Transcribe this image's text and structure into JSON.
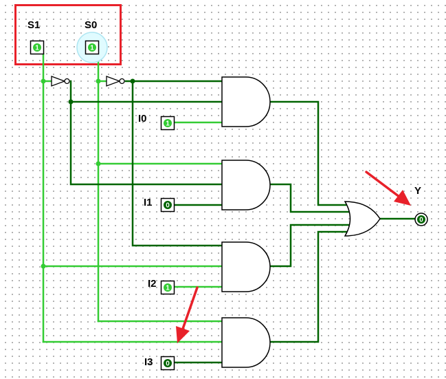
{
  "inputs": {
    "s1": {
      "label": "S1",
      "value": "1"
    },
    "s0": {
      "label": "S0",
      "value": "1"
    },
    "i0": {
      "label": "I0",
      "value": "1"
    },
    "i1": {
      "label": "I1",
      "value": "0"
    },
    "i2": {
      "label": "I2",
      "value": "1"
    },
    "i3": {
      "label": "I3",
      "value": "0"
    }
  },
  "output": {
    "label": "Y",
    "value": "0"
  },
  "colors": {
    "wire_high": "#33cc33",
    "wire_low": "#006400",
    "highlight_box": "#e8212a",
    "arrow": "#e8212a",
    "pin_high": "#33cc33",
    "pin_low": "#006400"
  }
}
